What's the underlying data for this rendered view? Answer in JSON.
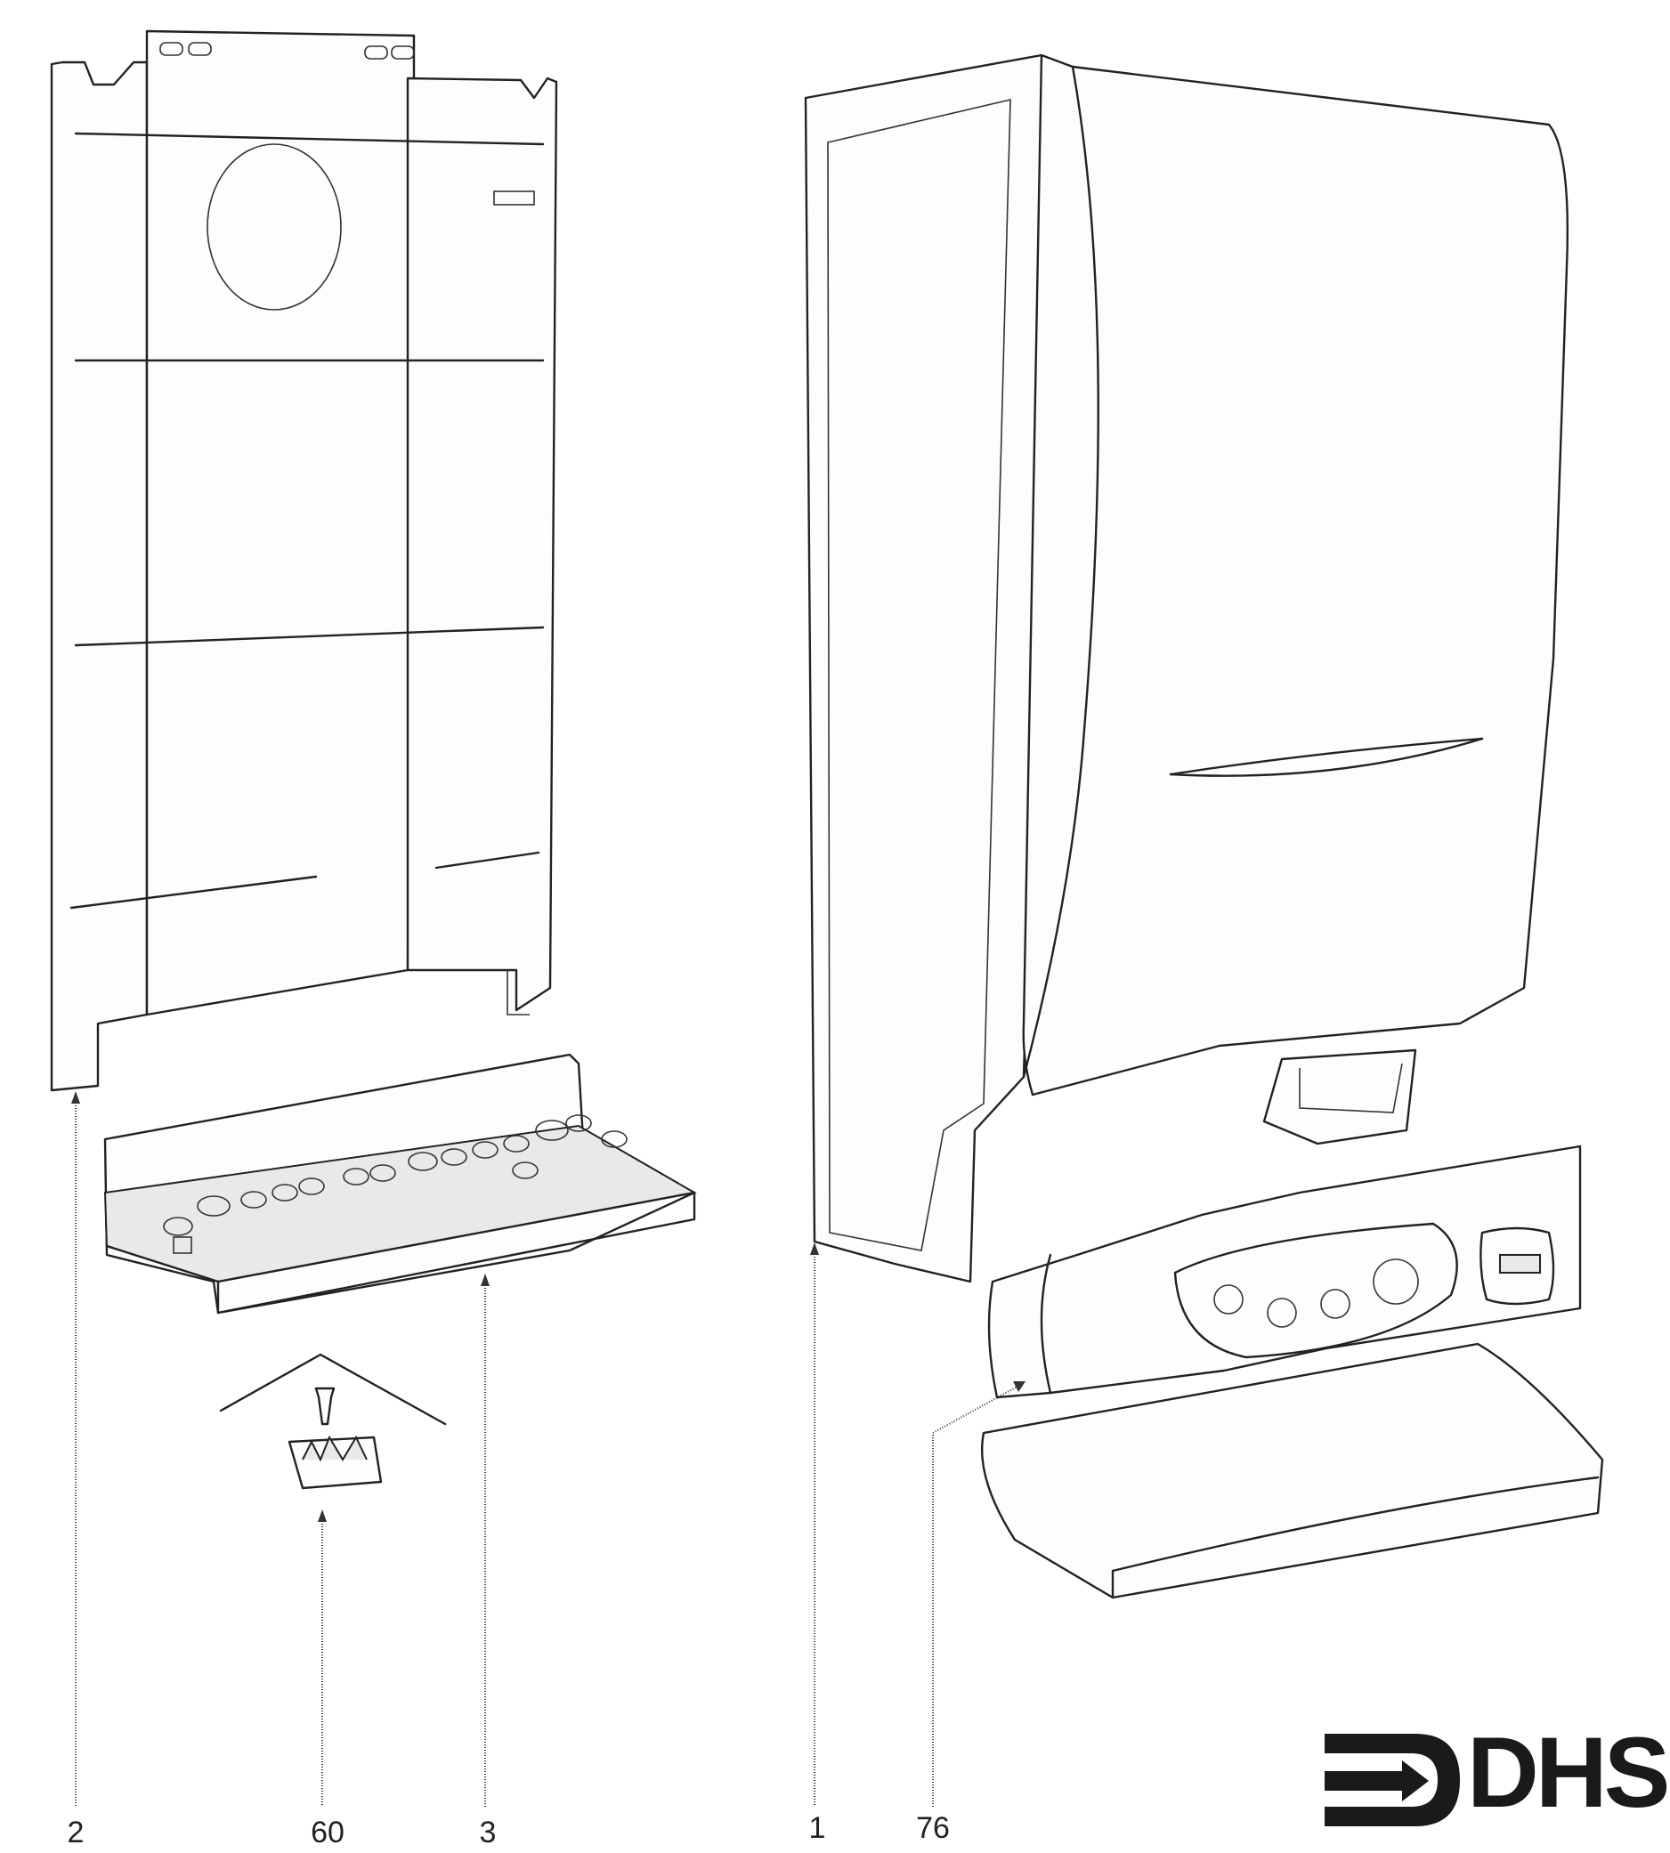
{
  "part_labels": {
    "p2": "2",
    "p60": "60",
    "p3": "3",
    "p1": "1",
    "p76": "76"
  },
  "logo": {
    "text": "DHS"
  }
}
